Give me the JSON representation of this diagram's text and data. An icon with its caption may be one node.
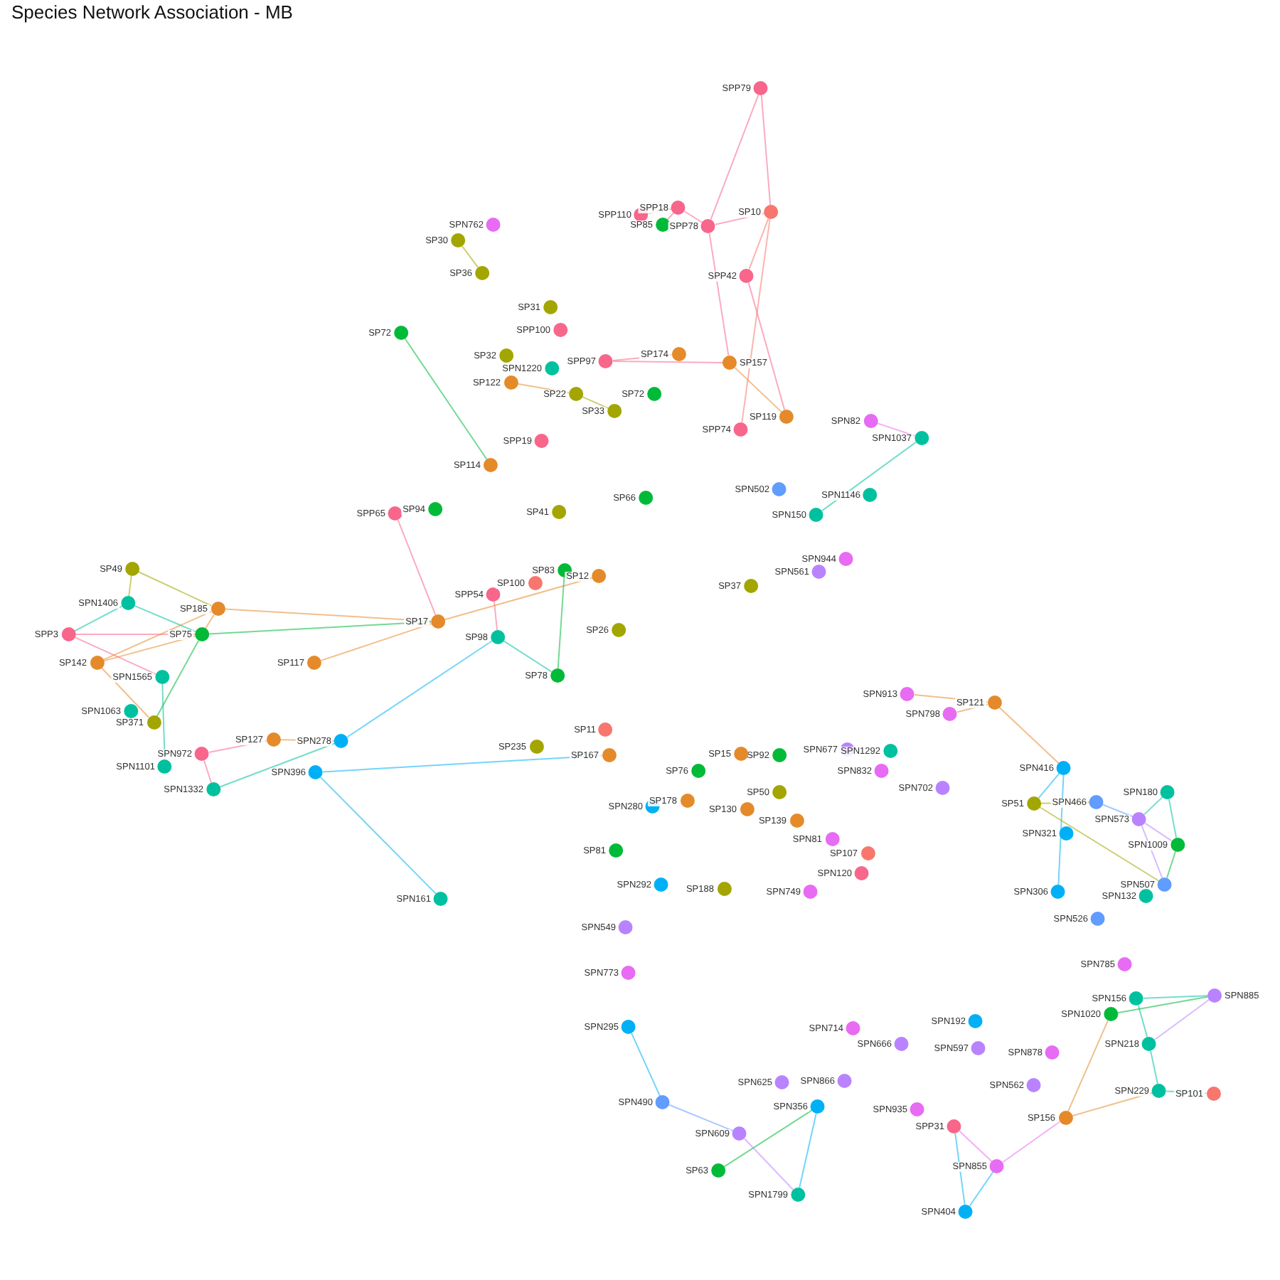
{
  "diagram": {
    "title": "Species Network Association - MB",
    "nodes": [
      {
        "text": [
          "SPP79"
        ]
      },
      {
        "text": [
          "SPP110"
        ]
      },
      {
        "text": [
          "SPP18"
        ]
      },
      {
        "text": [
          "SP85"
        ]
      },
      {
        "text": [
          "SPP78"
        ]
      },
      {
        "text": [
          "SP10"
        ]
      },
      {
        "text": [
          "SPN762"
        ]
      },
      {
        "text": [
          "SP30"
        ]
      },
      {
        "text": [
          "SP36"
        ]
      },
      {
        "text": [
          "SPP42"
        ]
      },
      {
        "text": [
          "SP31"
        ]
      },
      {
        "text": [
          "SP72"
        ]
      },
      {
        "text": [
          "SPP100"
        ]
      },
      {
        "text": [
          "SP32"
        ]
      },
      {
        "text": [
          "SPN1220"
        ]
      },
      {
        "text": [
          "SP122"
        ]
      },
      {
        "text": [
          "SPP97"
        ]
      },
      {
        "text": [
          "SP174"
        ]
      },
      {
        "text": [
          "SP157"
        ]
      },
      {
        "text": [
          "SP22"
        ]
      },
      {
        "text": [
          "SP33"
        ]
      },
      {
        "text": [
          "SP72"
        ]
      },
      {
        "text": [
          "SP119"
        ]
      },
      {
        "text": [
          "SPP74"
        ]
      },
      {
        "text": [
          "SPP19"
        ]
      },
      {
        "text": [
          "SPN82"
        ]
      },
      {
        "text": [
          "SPN1037"
        ]
      },
      {
        "text": [
          "SP114"
        ]
      },
      {
        "text": [
          "SPP65"
        ]
      },
      {
        "text": [
          "SP94"
        ]
      },
      {
        "text": [
          "SP49"
        ]
      },
      {
        "text": [
          "SPN1406"
        ]
      },
      {
        "text": [
          "SP185"
        ]
      },
      {
        "text": [
          "SPP3"
        ]
      },
      {
        "text": [
          "SP75"
        ]
      },
      {
        "text": [
          "SP142"
        ]
      },
      {
        "text": [
          "SP117"
        ]
      },
      {
        "text": [
          "SPN1565"
        ]
      },
      {
        "text": [
          "SPN1063"
        ]
      },
      {
        "text": [
          "SP371"
        ]
      },
      {
        "text": [
          "SP127"
        ]
      },
      {
        "text": [
          "SPN278"
        ]
      },
      {
        "text": [
          "SPN972"
        ]
      },
      {
        "text": [
          "SPN1101"
        ]
      },
      {
        "text": [
          "SPN1332"
        ]
      },
      {
        "text": [
          "SPN396"
        ]
      },
      {
        "text": [
          "SP17"
        ]
      },
      {
        "text": [
          "SPP54"
        ]
      },
      {
        "text": [
          "SP100"
        ]
      },
      {
        "text": [
          "SP83"
        ]
      },
      {
        "text": [
          "SP12"
        ]
      },
      {
        "text": [
          "SP98"
        ]
      },
      {
        "text": [
          "SP78"
        ]
      },
      {
        "text": [
          "SP26"
        ]
      },
      {
        "text": [
          "SP41"
        ]
      },
      {
        "text": [
          "SP66"
        ]
      },
      {
        "text": [
          "SP235"
        ]
      },
      {
        "text": [
          "SP167"
        ]
      },
      {
        "text": [
          "SP11"
        ]
      },
      {
        "text": [
          "SPN161"
        ]
      },
      {
        "text": [
          "SP81"
        ]
      },
      {
        "text": [
          "SPN502"
        ]
      },
      {
        "text": [
          "SPN150"
        ]
      },
      {
        "text": [
          "SPN1146"
        ]
      },
      {
        "text": [
          "SPN944"
        ]
      },
      {
        "text": [
          "SPN561"
        ]
      },
      {
        "text": [
          "SP37"
        ]
      },
      {
        "text": [
          "SPN913"
        ]
      },
      {
        "text": [
          "SPN798"
        ]
      },
      {
        "text": [
          "SP121"
        ]
      },
      {
        "text": [
          "SPN416"
        ]
      },
      {
        "text": [
          "SPN180"
        ]
      },
      {
        "text": [
          "SPN466"
        ]
      },
      {
        "text": [
          "SP51"
        ]
      },
      {
        "text": [
          "SPN573"
        ]
      },
      {
        "text": [
          "SPN321"
        ]
      },
      {
        "text": [
          "SPN1009"
        ]
      },
      {
        "text": [
          "SPN507"
        ]
      },
      {
        "text": [
          "SPN306"
        ]
      },
      {
        "text": [
          "SPN132"
        ]
      },
      {
        "text": [
          "SPN526"
        ]
      },
      {
        "text": [
          "SPN785"
        ]
      },
      {
        "text": [
          "SPN702"
        ]
      },
      {
        "text": [
          "SPN156"
        ]
      },
      {
        "text": [
          "SPN885"
        ]
      },
      {
        "text": [
          "SPN1020"
        ]
      },
      {
        "text": [
          "SPN218"
        ]
      },
      {
        "text": [
          "SPN229"
        ]
      },
      {
        "text": [
          "SP101"
        ]
      },
      {
        "text": [
          "SP156"
        ]
      },
      {
        "text": [
          "SPN878"
        ]
      },
      {
        "text": [
          "SPN562"
        ]
      },
      {
        "text": [
          "SPN597"
        ]
      },
      {
        "text": [
          "SPN192"
        ]
      },
      {
        "text": [
          "SPN935"
        ]
      },
      {
        "text": [
          "SPP31"
        ]
      },
      {
        "text": [
          "SPN855"
        ]
      },
      {
        "text": [
          "SPN404"
        ]
      },
      {
        "text": [
          "SPN666"
        ]
      },
      {
        "text": [
          "SPN490"
        ]
      },
      {
        "text": [
          "SPN609"
        ]
      },
      {
        "text": [
          "SP63"
        ]
      },
      {
        "text": [
          "SPN1799"
        ]
      },
      {
        "text": [
          "SPN356"
        ]
      },
      {
        "text": [
          "SPN866"
        ]
      },
      {
        "text": [
          "SPN625"
        ]
      },
      {
        "text": [
          "SPN714"
        ]
      },
      {
        "text": [
          "SPN295"
        ]
      },
      {
        "text": [
          "SPN773"
        ]
      },
      {
        "text": [
          "SPN549"
        ]
      },
      {
        "text": [
          "SPN292"
        ]
      },
      {
        "text": [
          "SPN280"
        ]
      },
      {
        "text": [
          "SP178"
        ]
      },
      {
        "text": [
          "SP76"
        ]
      },
      {
        "text": [
          "SP92"
        ]
      },
      {
        "text": [
          "SP15"
        ]
      },
      {
        "text": [
          "SP50"
        ]
      },
      {
        "text": [
          "SP130"
        ]
      },
      {
        "text": [
          "SP139"
        ]
      },
      {
        "text": [
          "SPN81"
        ]
      },
      {
        "text": [
          "SP107"
        ]
      },
      {
        "text": [
          "SPN120"
        ]
      },
      {
        "text": [
          "SPN749"
        ]
      },
      {
        "text": [
          "SP188"
        ]
      },
      {
        "text": [
          "SPN677"
        ]
      },
      {
        "text": [
          "SPN1292"
        ]
      },
      {
        "text": [
          "SPN832"
        ]
      }
    ],
    "edges": [
      {
        "from": 0,
        "to": 4,
        "arrow": "none",
        "color": "#f8668b"
      },
      {
        "from": 0,
        "to": 5,
        "arrow": "none",
        "color": "#f8668b"
      },
      {
        "from": 4,
        "to": 5,
        "arrow": "none",
        "color": "#f8668b"
      },
      {
        "from": 2,
        "to": 4,
        "arrow": "none",
        "color": "#f8668b"
      },
      {
        "from": 2,
        "to": 1,
        "arrow": "none",
        "color": "#f8668b"
      },
      {
        "from": 2,
        "to": 3,
        "arrow": "none",
        "color": "#f8668b"
      },
      {
        "from": 5,
        "to": 9,
        "arrow": "none",
        "color": "#f8766d"
      },
      {
        "from": 4,
        "to": 18,
        "arrow": "none",
        "color": "#f8668b"
      },
      {
        "from": 9,
        "to": 22,
        "arrow": "none",
        "color": "#f8668b"
      },
      {
        "from": 5,
        "to": 23,
        "arrow": "none",
        "color": "#f8766d"
      },
      {
        "from": 18,
        "to": 22,
        "arrow": "none",
        "color": "#e58a2a"
      },
      {
        "from": 11,
        "to": 27,
        "arrow": "none",
        "color": "#00ba38"
      },
      {
        "from": 16,
        "to": 18,
        "arrow": "none",
        "color": "#f8668b"
      },
      {
        "from": 16,
        "to": 17,
        "arrow": "none",
        "color": "#f8668b"
      },
      {
        "from": 15,
        "to": 19,
        "arrow": "none",
        "color": "#e58a2a"
      },
      {
        "from": 19,
        "to": 20,
        "arrow": "none",
        "color": "#a3a500"
      },
      {
        "from": 25,
        "to": 26,
        "arrow": "none",
        "color": "#e76bf3"
      },
      {
        "from": 26,
        "to": 62,
        "arrow": "none",
        "color": "#00c19f"
      },
      {
        "from": 7,
        "to": 8,
        "arrow": "none",
        "color": "#a3a500"
      },
      {
        "from": 30,
        "to": 31,
        "arrow": "none",
        "color": "#a3a500"
      },
      {
        "from": 30,
        "to": 32,
        "arrow": "none",
        "color": "#a3a500"
      },
      {
        "from": 31,
        "to": 33,
        "arrow": "none",
        "color": "#00c19f"
      },
      {
        "from": 31,
        "to": 34,
        "arrow": "none",
        "color": "#00c19f"
      },
      {
        "from": 33,
        "to": 34,
        "arrow": "none",
        "color": "#f8668b"
      },
      {
        "from": 33,
        "to": 37,
        "arrow": "none",
        "color": "#f8668b"
      },
      {
        "from": 35,
        "to": 32,
        "arrow": "none",
        "color": "#e58a2a"
      },
      {
        "from": 35,
        "to": 34,
        "arrow": "none",
        "color": "#e58a2a"
      },
      {
        "from": 35,
        "to": 39,
        "arrow": "none",
        "color": "#e58a2a"
      },
      {
        "from": 32,
        "to": 34,
        "arrow": "none",
        "color": "#e58a2a"
      },
      {
        "from": 32,
        "to": 46,
        "arrow": "none",
        "color": "#e58a2a"
      },
      {
        "from": 34,
        "to": 46,
        "arrow": "none",
        "color": "#00ba38"
      },
      {
        "from": 34,
        "to": 39,
        "arrow": "none",
        "color": "#00ba38"
      },
      {
        "from": 36,
        "to": 46,
        "arrow": "none",
        "color": "#e58a2a"
      },
      {
        "from": 37,
        "to": 43,
        "arrow": "none",
        "color": "#00c19f"
      },
      {
        "from": 42,
        "to": 44,
        "arrow": "none",
        "color": "#f8668b"
      },
      {
        "from": 42,
        "to": 40,
        "arrow": "none",
        "color": "#f8668b"
      },
      {
        "from": 44,
        "to": 41,
        "arrow": "none",
        "color": "#00c19f"
      },
      {
        "from": 40,
        "to": 41,
        "arrow": "none",
        "color": "#e58a2a"
      },
      {
        "from": 41,
        "to": 51,
        "arrow": "none",
        "color": "#00b0f6"
      },
      {
        "from": 45,
        "to": 57,
        "arrow": "none",
        "color": "#00b0f6"
      },
      {
        "from": 45,
        "to": 59,
        "arrow": "none",
        "color": "#00b0f6"
      },
      {
        "from": 28,
        "to": 46,
        "arrow": "none",
        "color": "#f8668b"
      },
      {
        "from": 47,
        "to": 51,
        "arrow": "none",
        "color": "#f8668b"
      },
      {
        "from": 46,
        "to": 50,
        "arrow": "none",
        "color": "#e58a2a"
      },
      {
        "from": 49,
        "to": 52,
        "arrow": "none",
        "color": "#00ba38"
      },
      {
        "from": 51,
        "to": 52,
        "arrow": "none",
        "color": "#00c19f"
      },
      {
        "from": 99,
        "to": 100,
        "arrow": "none",
        "color": "#619cff"
      },
      {
        "from": 101,
        "to": 103,
        "arrow": "none",
        "color": "#00ba38"
      },
      {
        "from": 100,
        "to": 102,
        "arrow": "none",
        "color": "#b983ff"
      },
      {
        "from": 103,
        "to": 102,
        "arrow": "none",
        "color": "#00b0f6"
      },
      {
        "from": 107,
        "to": 99,
        "arrow": "none",
        "color": "#00b0f6"
      },
      {
        "from": 97,
        "to": 96,
        "arrow": "none",
        "color": "#00b0f6"
      },
      {
        "from": 97,
        "to": 95,
        "arrow": "none",
        "color": "#00b0f6"
      },
      {
        "from": 96,
        "to": 95,
        "arrow": "none",
        "color": "#e76bf3"
      },
      {
        "from": 96,
        "to": 89,
        "arrow": "none",
        "color": "#e76bf3"
      },
      {
        "from": 89,
        "to": 87,
        "arrow": "none",
        "color": "#e58a2a"
      },
      {
        "from": 89,
        "to": 85,
        "arrow": "none",
        "color": "#e58a2a"
      },
      {
        "from": 87,
        "to": 88,
        "arrow": "none",
        "color": "#00c19f"
      },
      {
        "from": 87,
        "to": 86,
        "arrow": "none",
        "color": "#00c19f"
      },
      {
        "from": 83,
        "to": 84,
        "arrow": "none",
        "color": "#00c19f"
      },
      {
        "from": 83,
        "to": 86,
        "arrow": "none",
        "color": "#00c19f"
      },
      {
        "from": 84,
        "to": 86,
        "arrow": "none",
        "color": "#b983ff"
      },
      {
        "from": 85,
        "to": 84,
        "arrow": "none",
        "color": "#00ba38"
      },
      {
        "from": 69,
        "to": 70,
        "arrow": "none",
        "color": "#e58a2a"
      },
      {
        "from": 69,
        "to": 68,
        "arrow": "none",
        "color": "#e58a2a"
      },
      {
        "from": 69,
        "to": 67,
        "arrow": "none",
        "color": "#e58a2a"
      },
      {
        "from": 70,
        "to": 73,
        "arrow": "none",
        "color": "#00b0f6"
      },
      {
        "from": 70,
        "to": 78,
        "arrow": "none",
        "color": "#00b0f6"
      },
      {
        "from": 72,
        "to": 74,
        "arrow": "none",
        "color": "#619cff"
      },
      {
        "from": 71,
        "to": 74,
        "arrow": "none",
        "color": "#00c19f"
      },
      {
        "from": 71,
        "to": 76,
        "arrow": "none",
        "color": "#00c19f"
      },
      {
        "from": 74,
        "to": 76,
        "arrow": "none",
        "color": "#b983ff"
      },
      {
        "from": 76,
        "to": 77,
        "arrow": "none",
        "color": "#00ba38"
      },
      {
        "from": 74,
        "to": 77,
        "arrow": "none",
        "color": "#b983ff"
      },
      {
        "from": 73,
        "to": 72,
        "arrow": "none",
        "color": "#a3a500"
      },
      {
        "from": 73,
        "to": 77,
        "arrow": "none",
        "color": "#a3a500"
      }
    ]
  }
}
